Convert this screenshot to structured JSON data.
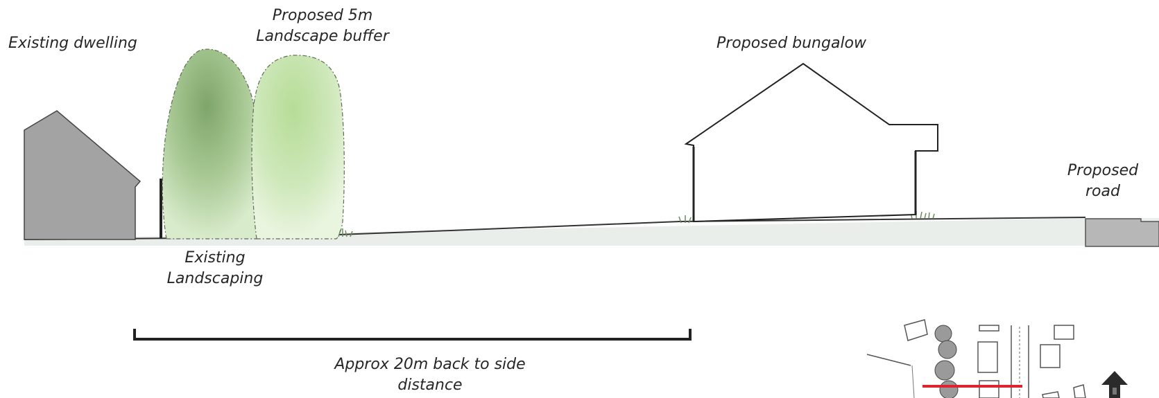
{
  "labels": {
    "existing_dwelling": "Existing dwelling",
    "landscape_buffer_line1": "Proposed 5m",
    "landscape_buffer_line2": "Landscape buffer",
    "proposed_bungalow": "Proposed bungalow",
    "proposed_road_line1": "Proposed",
    "proposed_road_line2": "road",
    "existing_landscaping_line1": "Existing",
    "existing_landscaping_line2": "Landscaping",
    "distance_line1": "Approx 20m back to side",
    "distance_line2": "distance"
  },
  "colors": {
    "ground": "#e9eeeb",
    "dwelling": "#a3a3a3",
    "road": "#b7b7b7",
    "hedge_dark": "#8fb87a",
    "hedge_light": "#c9e8b2",
    "section_line": "#e0232e",
    "ink": "#262626"
  }
}
